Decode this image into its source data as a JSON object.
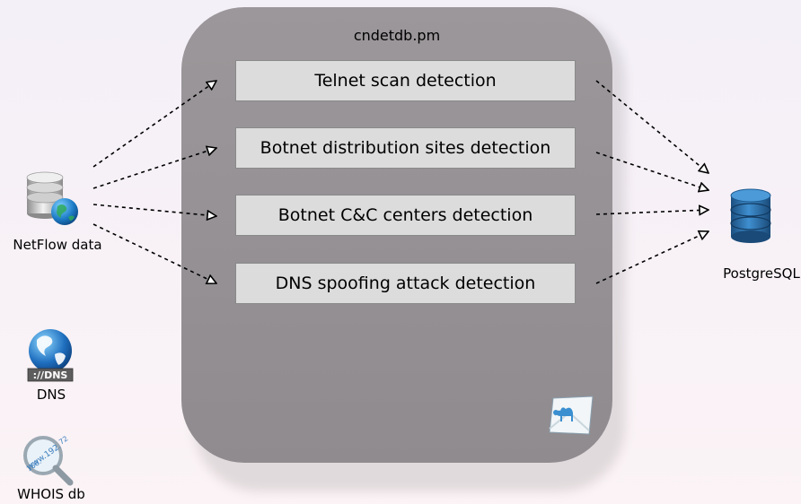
{
  "diagram": {
    "container_title": "cndetdb.pm",
    "modules": [
      {
        "label": "Telnet scan detection"
      },
      {
        "label": "Botnet distribution sites detection"
      },
      {
        "label": "Botnet C&C centers detection"
      },
      {
        "label": "DNS spoofing attack detection"
      }
    ],
    "sources": {
      "netflow": "NetFlow data",
      "dns": "DNS",
      "whois": "WHOIS db"
    },
    "sink": "PostgreSQL",
    "icons": {
      "netflow": "database-globe-icon",
      "dns": "dns-globe-icon",
      "whois": "magnifier-ip-icon",
      "sink": "database-icon",
      "perl": "perl-camel-icon"
    },
    "colors": {
      "container": "#948f93",
      "module_box": "#dcdcdc",
      "db_blue": "#2a6fa8"
    }
  }
}
